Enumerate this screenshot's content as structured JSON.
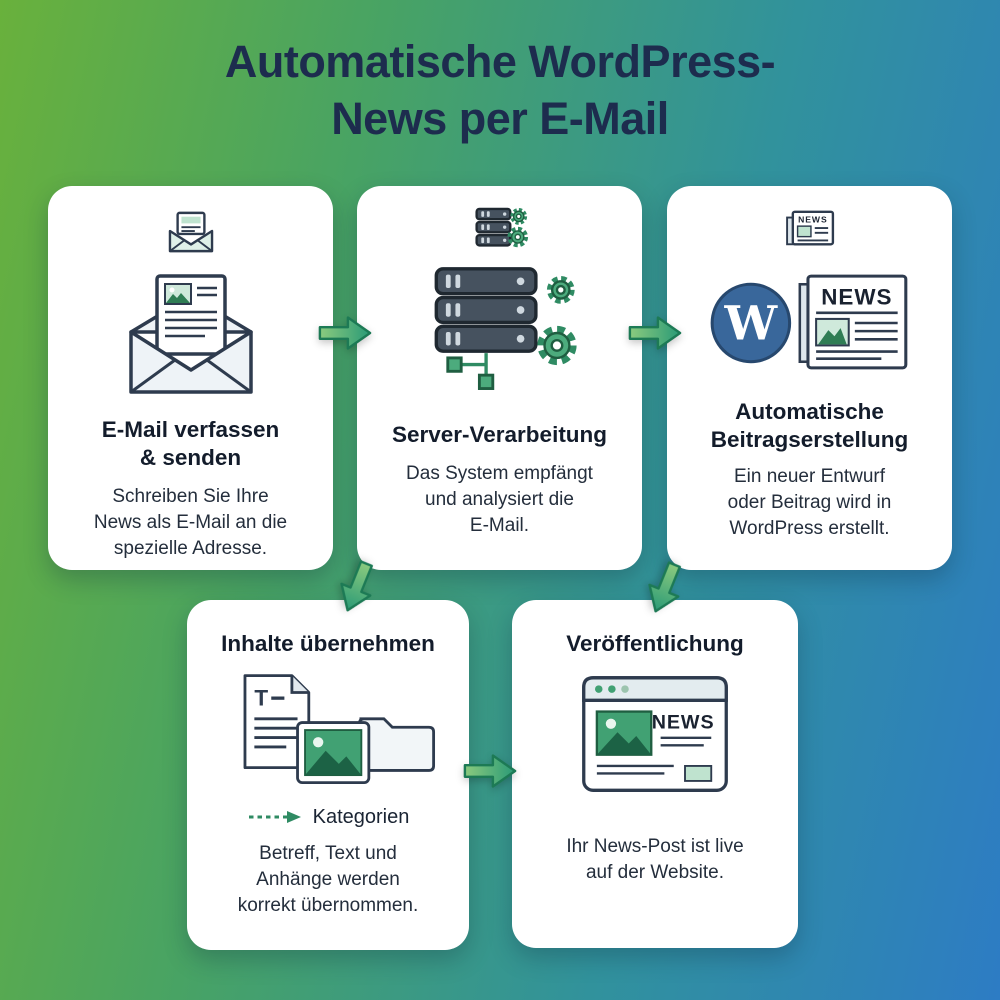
{
  "header": {
    "title_lines": [
      "Automatische WordPress-",
      "News per E-Mail"
    ]
  },
  "steps": {
    "email": {
      "title_lines": [
        "E-Mail verfassen",
        "& senden"
      ],
      "body_lines": [
        "Schreiben Sie Ihre",
        "News als E-Mail an die",
        "spezielle Adresse."
      ]
    },
    "server": {
      "title": "Server-Verarbeitung",
      "body_lines": [
        "Das System empfängt",
        "und analysiert die",
        "E-Mail."
      ]
    },
    "wordpress": {
      "title_lines": [
        "Automatische",
        "Beitragserstellung"
      ],
      "body_lines": [
        "Ein neuer Entwurf",
        "oder Beitrag wird in",
        "WordPress erstellt."
      ]
    },
    "content": {
      "title": "Inhalte übernehmen",
      "kategorien_label": "Kategorien",
      "body_lines": [
        "Betreff, Text und",
        "Anhänge werden",
        "korrekt übernommen."
      ]
    },
    "publish": {
      "title": "Veröffentlichung",
      "body_lines": [
        "Ihr News-Post ist live",
        "auf der Website."
      ]
    }
  },
  "icons": {
    "news_label": "NEWS",
    "wordpress_monogram": "W",
    "document_letter": "T"
  },
  "colors": {
    "background_gradient": [
      "#69b13c",
      "#48a364",
      "#31929c",
      "#2d7cc4"
    ],
    "card_background": "#ffffff",
    "heading_text": "#1d2c4e",
    "card_text": "#242e3c",
    "icon_outline": "#2e3b4e",
    "icon_green": "#41a173",
    "icon_green_dark": "#1c6245",
    "icon_mint": "#cfe9db",
    "arrow_green": "#2a9a76",
    "wordpress_blue": "#39679b",
    "server_gray": "#46525f"
  }
}
